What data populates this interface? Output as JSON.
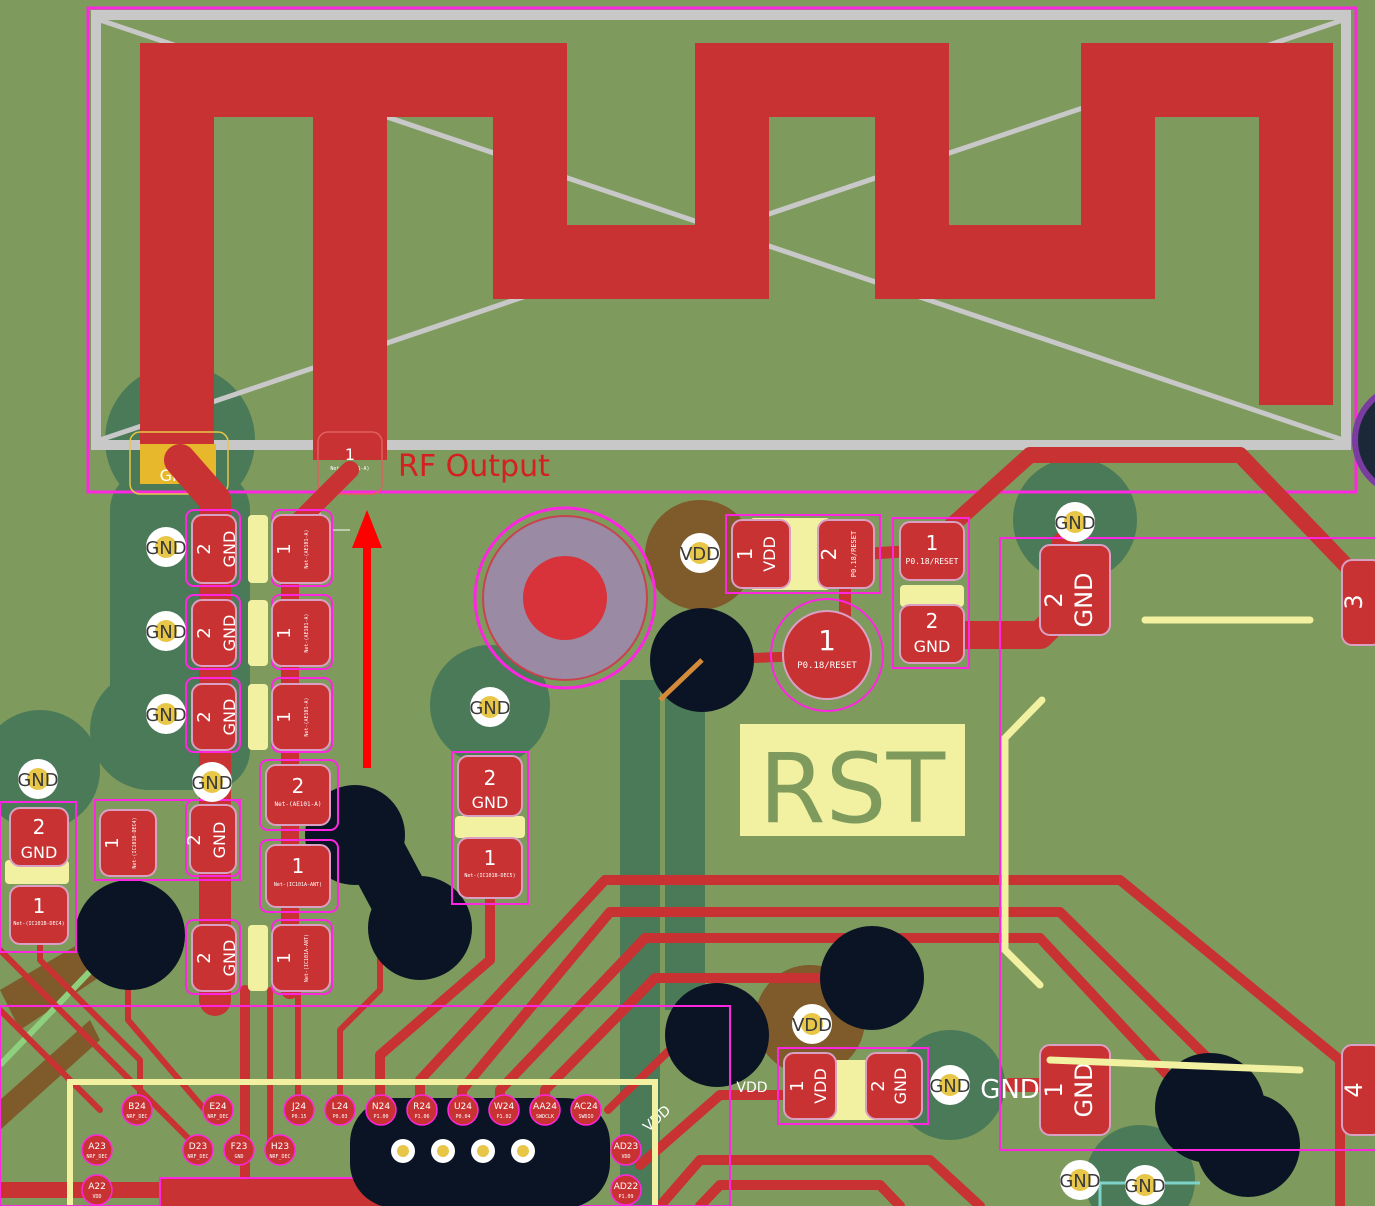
{
  "colors": {
    "board": "#7e9a5d",
    "copper_fill": "#6f8d52",
    "zone": "#4a7a58",
    "trace": "#c83232",
    "courtyard": "#ff26e2",
    "silkscreen": "#f2f0a1",
    "via_hole": "#e8c648",
    "drill": "#0b1424",
    "antenna_frame": "#c8c8c8",
    "back_copper": "#7f5a2a"
  },
  "antenna": {
    "rf_label": "RF Output",
    "pad2_num": "2",
    "pad2_net": "GND",
    "pad1_num": "1",
    "pad1_net": "Net-(AE101-A)"
  },
  "parts": {
    "column_a": [
      {
        "num": "2",
        "net": "GND"
      },
      {
        "num": "2",
        "net": "GND"
      },
      {
        "num": "2",
        "net": "GND"
      },
      {
        "num": "2",
        "net": "GND"
      },
      {
        "num": "2",
        "net": "GND"
      }
    ],
    "column_b": [
      {
        "num": "1",
        "net": "Net-(AE101-A)"
      },
      {
        "num": "1",
        "net": "Net-(AE101-A)"
      },
      {
        "num": "1",
        "net": "Net-(AE101-A)"
      },
      {
        "num": "2",
        "net": "Net-(AE101-A)"
      },
      {
        "num": "1",
        "net": "Net-(IC101A-ANT)"
      },
      {
        "num": "1",
        "net": "Net-(IC101A-ANT)"
      }
    ],
    "left_pads": [
      {
        "num": "2",
        "net": "GND"
      },
      {
        "num": "1",
        "net": "Net-(IC101B-DEC4)"
      },
      {
        "num": "1",
        "net": "Net-(IC101B-DEC4)"
      }
    ],
    "mid_pads": [
      {
        "num": "2",
        "net": "GND"
      },
      {
        "num": "1",
        "net": "Net-(IC101B-DEC5)"
      }
    ],
    "reset": [
      {
        "num": "1",
        "net": "VDD"
      },
      {
        "num": "2",
        "net": "P0.18/RESET"
      },
      {
        "num": "1",
        "net": "P0.18/RESET"
      },
      {
        "num": "2",
        "net": "GND"
      },
      {
        "num": "1",
        "net": "P0.18/RESET"
      }
    ],
    "rst_label": "RST",
    "right_conn": [
      {
        "num": "2",
        "net": "GND"
      },
      {
        "num": "1",
        "net": "GND"
      },
      {
        "num": "3",
        "net": ""
      },
      {
        "num": "4",
        "net": ""
      }
    ],
    "bottom_cap": [
      {
        "num": "1",
        "net": "VDD"
      },
      {
        "num": "2",
        "net": "GND"
      }
    ],
    "bottom_gnd_label": "GND",
    "trace_labels": [
      "VDD",
      "VDD"
    ]
  },
  "vias": [
    {
      "label": "GND"
    },
    {
      "label": "GND"
    },
    {
      "label": "GND"
    },
    {
      "label": "GND"
    },
    {
      "label": "GND"
    },
    {
      "label": "GND"
    },
    {
      "label": "GND"
    },
    {
      "label": "GND"
    },
    {
      "label": "GND"
    },
    {
      "label": "GND"
    },
    {
      "label": "VDD"
    },
    {
      "label": "VDD"
    }
  ],
  "ic_pads": [
    {
      "name": "B24",
      "net": "NRF_DEC"
    },
    {
      "name": "E24",
      "net": "NRF_DEC"
    },
    {
      "name": "J24",
      "net": "P0.15"
    },
    {
      "name": "L24",
      "net": "P0.03"
    },
    {
      "name": "N24",
      "net": "P1.00"
    },
    {
      "name": "R24",
      "net": "P1.06"
    },
    {
      "name": "U24",
      "net": "P0.04"
    },
    {
      "name": "W24",
      "net": "P1.02"
    },
    {
      "name": "AA24",
      "net": "SWDCLK"
    },
    {
      "name": "AC24",
      "net": "SWDIO"
    },
    {
      "name": "A23",
      "net": "NRF_DEC"
    },
    {
      "name": "D23",
      "net": "NRF_DEC"
    },
    {
      "name": "F23",
      "net": "GND"
    },
    {
      "name": "H23",
      "net": "NRF_DEC"
    },
    {
      "name": "AD23",
      "net": "VDD"
    },
    {
      "name": "A22",
      "net": "VDD"
    },
    {
      "name": "AD22",
      "net": "P1.09"
    }
  ]
}
